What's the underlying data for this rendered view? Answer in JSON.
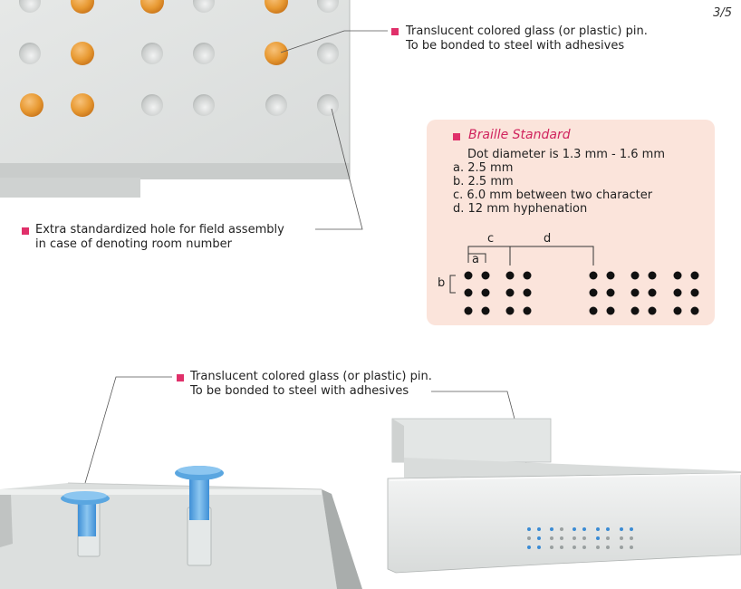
{
  "page_number": "3/5",
  "top_note": {
    "line1": "Translucent colored glass (or plastic) pin.",
    "line2": "To be bonded to steel with adhesives"
  },
  "hole_note": {
    "line1": "Extra standardized hole for field assembly",
    "line2": "in case of denoting room number"
  },
  "bottom_note": {
    "line1": "Translucent colored glass (or plastic) pin.",
    "line2": "To be bonded to steel with adhesives"
  },
  "braille_panel": {
    "title": "Braille Standard",
    "diameter": "Dot diameter is 1.3 mm - 1.6 mm",
    "specs": [
      "a. 2.5 mm",
      "b. 2.5 mm",
      "c. 6.0 mm between two character",
      "d. 12 mm hyphenation"
    ],
    "dim_labels": {
      "a": "a",
      "b": "b",
      "c": "c",
      "d": "d"
    }
  },
  "colors": {
    "accent_bullet": "#e0306a",
    "panel_bg": "#fbe4db",
    "orange_pin": "#e8962e",
    "blue_pin": "#5aa6e0",
    "steel": "#dfe2e1"
  }
}
